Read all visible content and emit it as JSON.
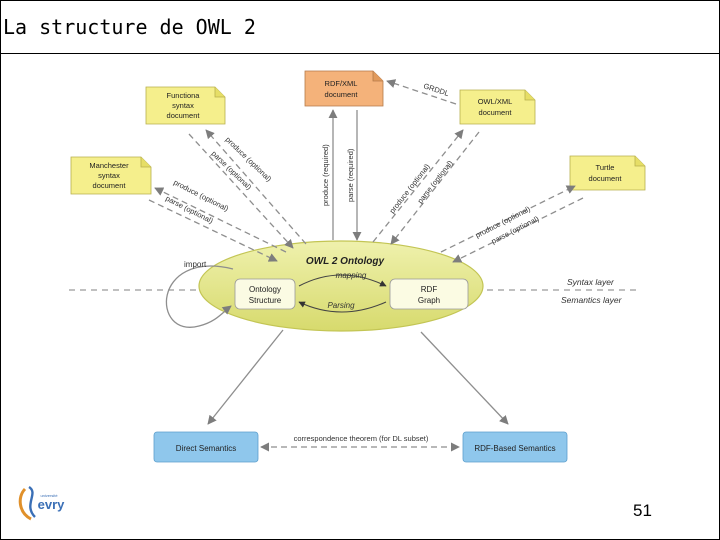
{
  "slide": {
    "title": "La structure de OWL 2",
    "page_number": "51"
  },
  "diagram": {
    "ontology": {
      "title": "OWL 2 Ontology",
      "structure": [
        "Ontology",
        "Structure"
      ],
      "graph": [
        "RDF",
        "Graph"
      ]
    },
    "documents": {
      "rdfxml": [
        "RDF/XML",
        "document"
      ],
      "owlxml": [
        "OWL/XML",
        "document"
      ],
      "functional": [
        "Functiona",
        "syntax",
        "document"
      ],
      "manchester": [
        "Manchester",
        "syntax",
        "document"
      ],
      "turtle": [
        "Turtle",
        "document"
      ]
    },
    "labels": {
      "grddl": "GRDDL",
      "produce_required": "produce (required)",
      "parse_required": "parse (required)",
      "produce_optional": "produce (optional)",
      "parse_optional": "parse (optional)",
      "import": "import",
      "mapping": "mapping",
      "parsing": "Parsing",
      "syntax_layer": "Syntax layer",
      "semantics_layer": "Semantics layer",
      "correspondence": "correspondence theorem (for DL subset)"
    },
    "semantics": {
      "direct": "Direct Semantics",
      "rdf_based": "RDF-Based Semantics"
    }
  },
  "logo": {
    "text": "evry",
    "small": "université"
  },
  "colors": {
    "note_yellow": "#f5ef8c",
    "note_orange": "#f4b27a",
    "ellipse": "#e3e58a",
    "semantics_blue": "#8fc7ec",
    "arrow_gray": "#8e8e8e"
  }
}
